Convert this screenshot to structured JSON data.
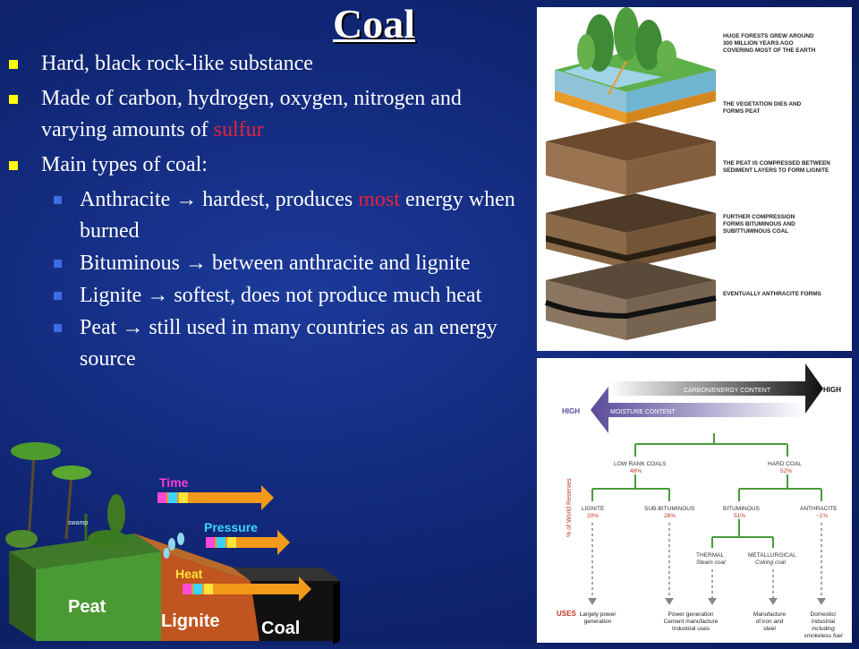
{
  "slide": {
    "title": "Coal",
    "bullets": [
      {
        "text": "Hard, black rock-like substance"
      },
      {
        "text": "Made of carbon, hydrogen, oxygen, nitrogen and varying amounts of ",
        "highlight": "sulfur"
      },
      {
        "text": "Main types of coal:"
      }
    ],
    "sub_bullets": [
      {
        "name": "Anthracite",
        "arrow": "→",
        "text_before": "hardest, produces ",
        "highlight": "most",
        "text_after": " energy when burned"
      },
      {
        "name": "Bituminous",
        "arrow": "→",
        "text": "between anthracite and lignite"
      },
      {
        "name": "Lignite",
        "arrow": "→",
        "text": "softest, does not produce much heat"
      },
      {
        "name": "Peat",
        "arrow": "→",
        "text": "still used in many countries as an energy source"
      }
    ]
  },
  "formation_diagram": {
    "captions": [
      "HUGE FORESTS GREW AROUND",
      "300 MILLION YEARS AGO",
      "COVERING MOST OF THE EARTH",
      "THE VEGETATION DIES AND",
      "FORMS PEAT",
      "THE PEAT IS COMPRESSED BETWEEN",
      "SEDIMENT LAYERS TO FORM LIGNITE",
      "FURTHER COMPRESSION",
      "FORMS BITUMINOUS AND",
      "SUBITTUMINOUS COAL",
      "EVENTUALLY ANTHRACITE FORMS"
    ]
  },
  "rank_chart": {
    "carbon_label": "CARBON/ENERGY CONTENT",
    "carbon_high": "HIGH",
    "moisture_label": "MOISTURE CONTENT",
    "moisture_high": "HIGH",
    "axis_label": "% of World Reserves",
    "low_rank": {
      "label": "LOW RANK COALS",
      "pct": "48%"
    },
    "hard_coal": {
      "label": "HARD COAL",
      "pct": "52%"
    },
    "lignite": {
      "label": "LIGNITE",
      "pct": "20%"
    },
    "sub_bituminous": {
      "label": "SUB-BITUMINOUS",
      "pct": "28%"
    },
    "bituminous": {
      "label": "BITUMINOUS",
      "pct": "51%"
    },
    "anthracite": {
      "label": "ANTHRACITE",
      "pct": "~1%"
    },
    "thermal": {
      "label": "THERMAL",
      "sub": "Steam coal"
    },
    "metallurgical": {
      "label": "METALLURGICAL",
      "sub": "Coking coal"
    },
    "uses_label": "USES",
    "uses": [
      [
        "Largely power",
        "generation"
      ],
      [
        "Power generation",
        "Cement manufacture",
        "Industrial uses"
      ],
      [
        "Manufacture",
        "of iron and",
        "steel"
      ],
      [
        "Domestic/",
        "industrial",
        "including",
        "smokeless fuel"
      ]
    ],
    "colors": {
      "green": "#4a9a3c",
      "purple": "#5a4a9a",
      "dark": "#111111"
    }
  },
  "process_diagram": {
    "time": "Time",
    "pressure": "Pressure",
    "heat": "Heat",
    "peat": "Peat",
    "lignite": "Lignite",
    "coal": "Coal",
    "swamp": "swamp"
  }
}
